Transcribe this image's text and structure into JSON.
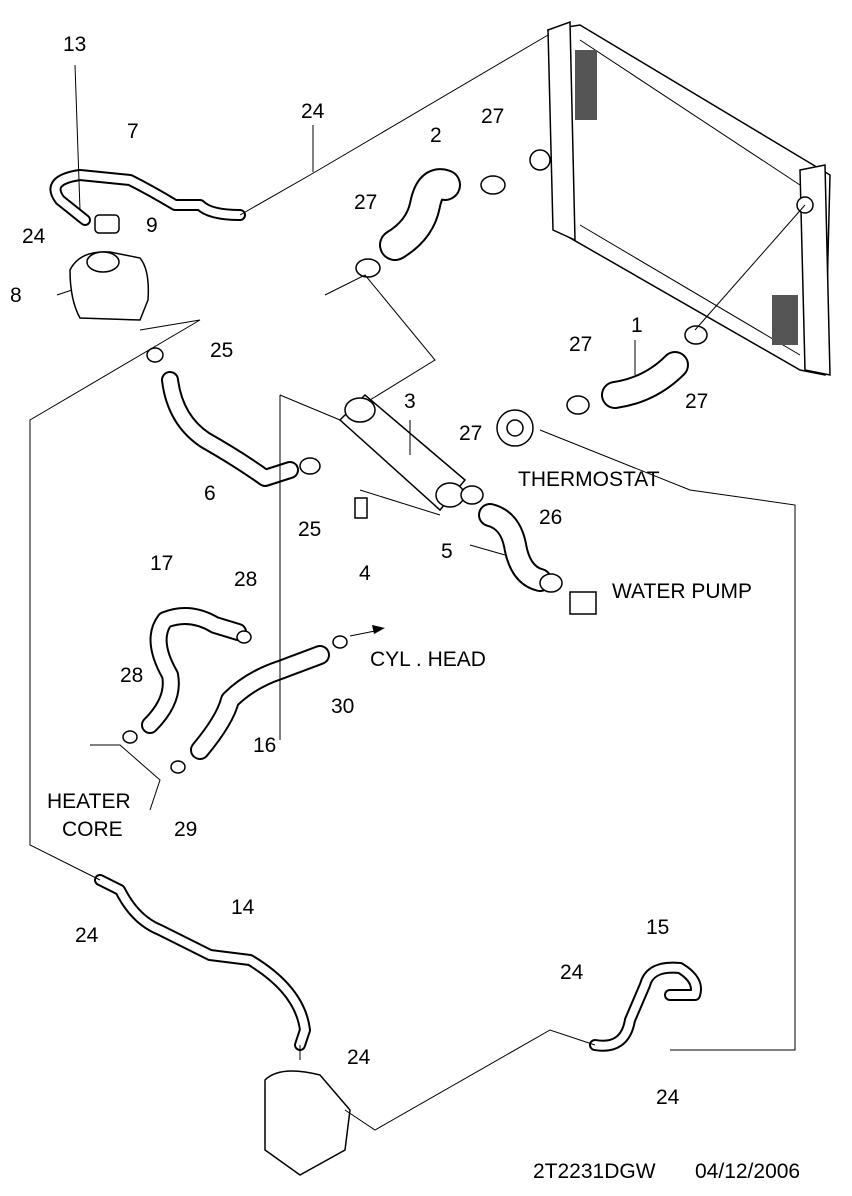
{
  "diagram": {
    "callouts": [
      "13",
      "7",
      "24",
      "2",
      "27",
      "27",
      "24",
      "9",
      "8",
      "25",
      "1",
      "27",
      "27",
      "3",
      "27",
      "6",
      "25",
      "26",
      "4",
      "5",
      "17",
      "28",
      "28",
      "30",
      "16",
      "29",
      "14",
      "24",
      "15",
      "24",
      "24",
      "24"
    ],
    "labels": {
      "thermostat": "THERMOSTAT",
      "water_pump": "WATER PUMP",
      "cyl_head": "CYL . HEAD",
      "heater": "HEATER",
      "core": "CORE"
    },
    "footer": {
      "code": "2T2231DGW",
      "date": "04/12/2006"
    }
  }
}
